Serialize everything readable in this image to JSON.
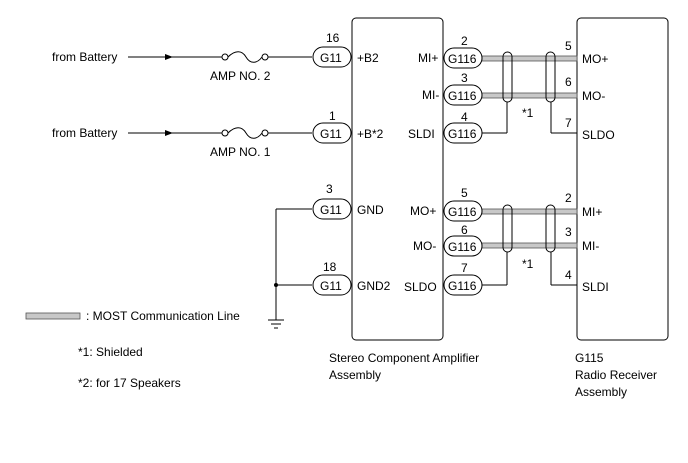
{
  "sources": [
    {
      "label": "from Battery",
      "fuse": "AMP NO. 2",
      "pin": "16",
      "connector": "G11",
      "terminal": "+B2"
    },
    {
      "label": "from Battery",
      "fuse": "AMP NO. 1",
      "pin": "1",
      "connector": "G11",
      "terminal": "+B*2"
    }
  ],
  "grounds": [
    {
      "pin": "3",
      "connector": "G11",
      "terminal": "GND"
    },
    {
      "pin": "18",
      "connector": "G11",
      "terminal": "GND2"
    }
  ],
  "amp_right": [
    {
      "terminal": "MI+",
      "pin": "2",
      "connector": "G116"
    },
    {
      "terminal": "MI-",
      "pin": "3",
      "connector": "G116"
    },
    {
      "terminal": "SLDI",
      "pin": "4",
      "connector": "G116"
    },
    {
      "terminal": "MO+",
      "pin": "5",
      "connector": "G116"
    },
    {
      "terminal": "MO-",
      "pin": "6",
      "connector": "G116"
    },
    {
      "terminal": "SLDO",
      "pin": "7",
      "connector": "G116"
    }
  ],
  "radio_left": [
    {
      "terminal": "MO+",
      "pin": "5"
    },
    {
      "terminal": "MO-",
      "pin": "6"
    },
    {
      "terminal": "SLDO",
      "pin": "7"
    },
    {
      "terminal": "MI+",
      "pin": "2"
    },
    {
      "terminal": "MI-",
      "pin": "3"
    },
    {
      "terminal": "SLDI",
      "pin": "4"
    }
  ],
  "shield_marks": [
    "*1",
    "*1"
  ],
  "legend": {
    "line": ": MOST Communication Line",
    "note1": "*1: Shielded",
    "note2": "*2: for 17 Speakers"
  },
  "amp_name": {
    "line1": "Stereo Component Amplifier",
    "line2": "Assembly"
  },
  "radio_name": {
    "connector": "G115",
    "line1": "Radio Receiver",
    "line2": "Assembly"
  }
}
